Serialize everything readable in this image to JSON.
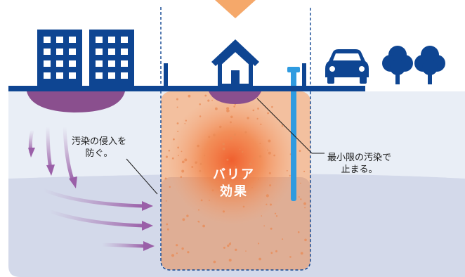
{
  "labels": {
    "prevent_intrusion": [
      "汚染の侵入を",
      "防ぐ。"
    ],
    "minimal_contamination": [
      "最小限の汚染で",
      "止まる。"
    ],
    "barrier_effect": [
      "バリア",
      "効果"
    ]
  },
  "colors": {
    "navy": "#0e4592",
    "ground_upper": "#e9eef6",
    "ground_lower": "#d3d9ea",
    "barrier_zone": "#f1b99a",
    "barrier_core": "#f07838",
    "contamination": "#8a4f8e",
    "pipe": "#2f9be0",
    "top_arrow": "#f5a86a"
  },
  "icons": [
    "building-icon",
    "building-icon",
    "house-icon",
    "car-icon",
    "tree-icon",
    "tree-icon"
  ]
}
